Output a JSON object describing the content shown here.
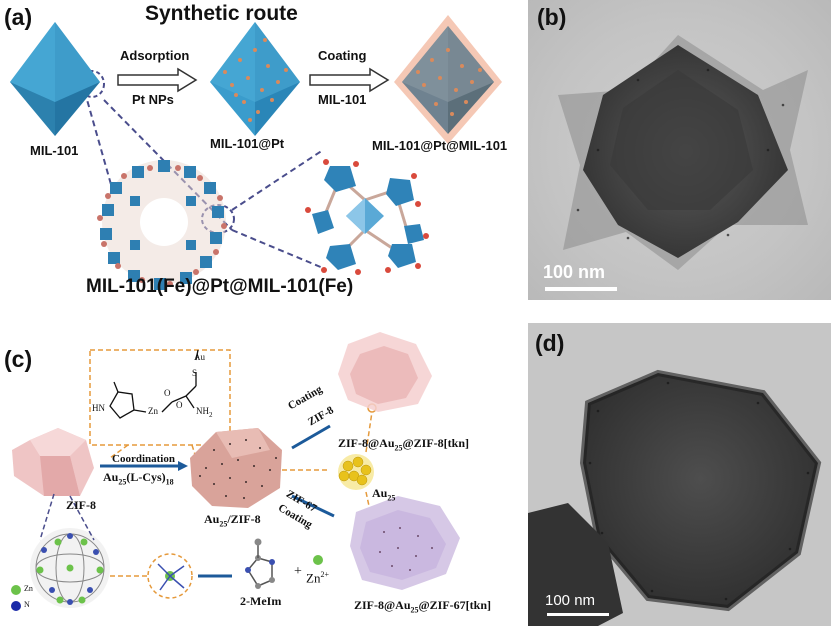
{
  "panel_labels": [
    "(a)",
    "(b)",
    "(c)",
    "(d)"
  ],
  "panel_a": {
    "title": "Synthetic route",
    "step1_top": "Adsorption",
    "step1_bottom": "Pt NPs",
    "step2_top": "Coating",
    "step2_bottom": "MIL-101",
    "stage1": "MIL-101",
    "stage2": "MIL-101@Pt",
    "stage3": "MIL-101@Pt@MIL-101",
    "caption": "MIL-101(Fe)@Pt@MIL-101(Fe)"
  },
  "panel_b": {
    "scale_bar": "100 nm"
  },
  "panel_c": {
    "ligand_metal": "Au",
    "ligand_s": "S",
    "ligand_nh": "HN",
    "ligand_zn": "Zn",
    "ligand_o1": "O",
    "ligand_o2": "O",
    "ligand_nh2": "NH",
    "ligand_nh2_sub": "2",
    "coordination": "Coordination",
    "au25_lcys_main": "Au",
    "au25_lcys_sub1": "25",
    "au25_lcys_mid": "(L-Cys)",
    "au25_lcys_sub2": "18",
    "zif8": "ZIF-8",
    "au25zif8_main": "Au",
    "au25zif8_sub": "25",
    "au25zif8_rest": "/ZIF-8",
    "coating": "Coating",
    "zif8_label": "ZIF-8",
    "zif67_label": "ZIF-67",
    "product1_a": "ZIF-8@Au",
    "product1_sub": "25",
    "product1_b": "@ZIF-8[tkn]",
    "au25_main": "Au",
    "au25_sub": "25",
    "product2_a": "ZIF-8@Au",
    "product2_sub": "25",
    "product2_b": "@ZIF-67[tkn]",
    "legend_zn": "Zn",
    "legend_n": "N",
    "linker": "2-MeIm",
    "plus": "+",
    "zn_ion": "Zn",
    "zn_charge": "2+"
  },
  "panel_d": {
    "scale_bar": "100 nm"
  },
  "colors": {
    "mil_blue": "#2a86b8",
    "mil_dark": "#1d6189",
    "zif_pink": "#e9b9b9",
    "zif_purple": "#d8cce6",
    "dashed": "#4a4d8c",
    "orange_dash": "#e59a3c",
    "au_gold": "#e8c21c"
  }
}
